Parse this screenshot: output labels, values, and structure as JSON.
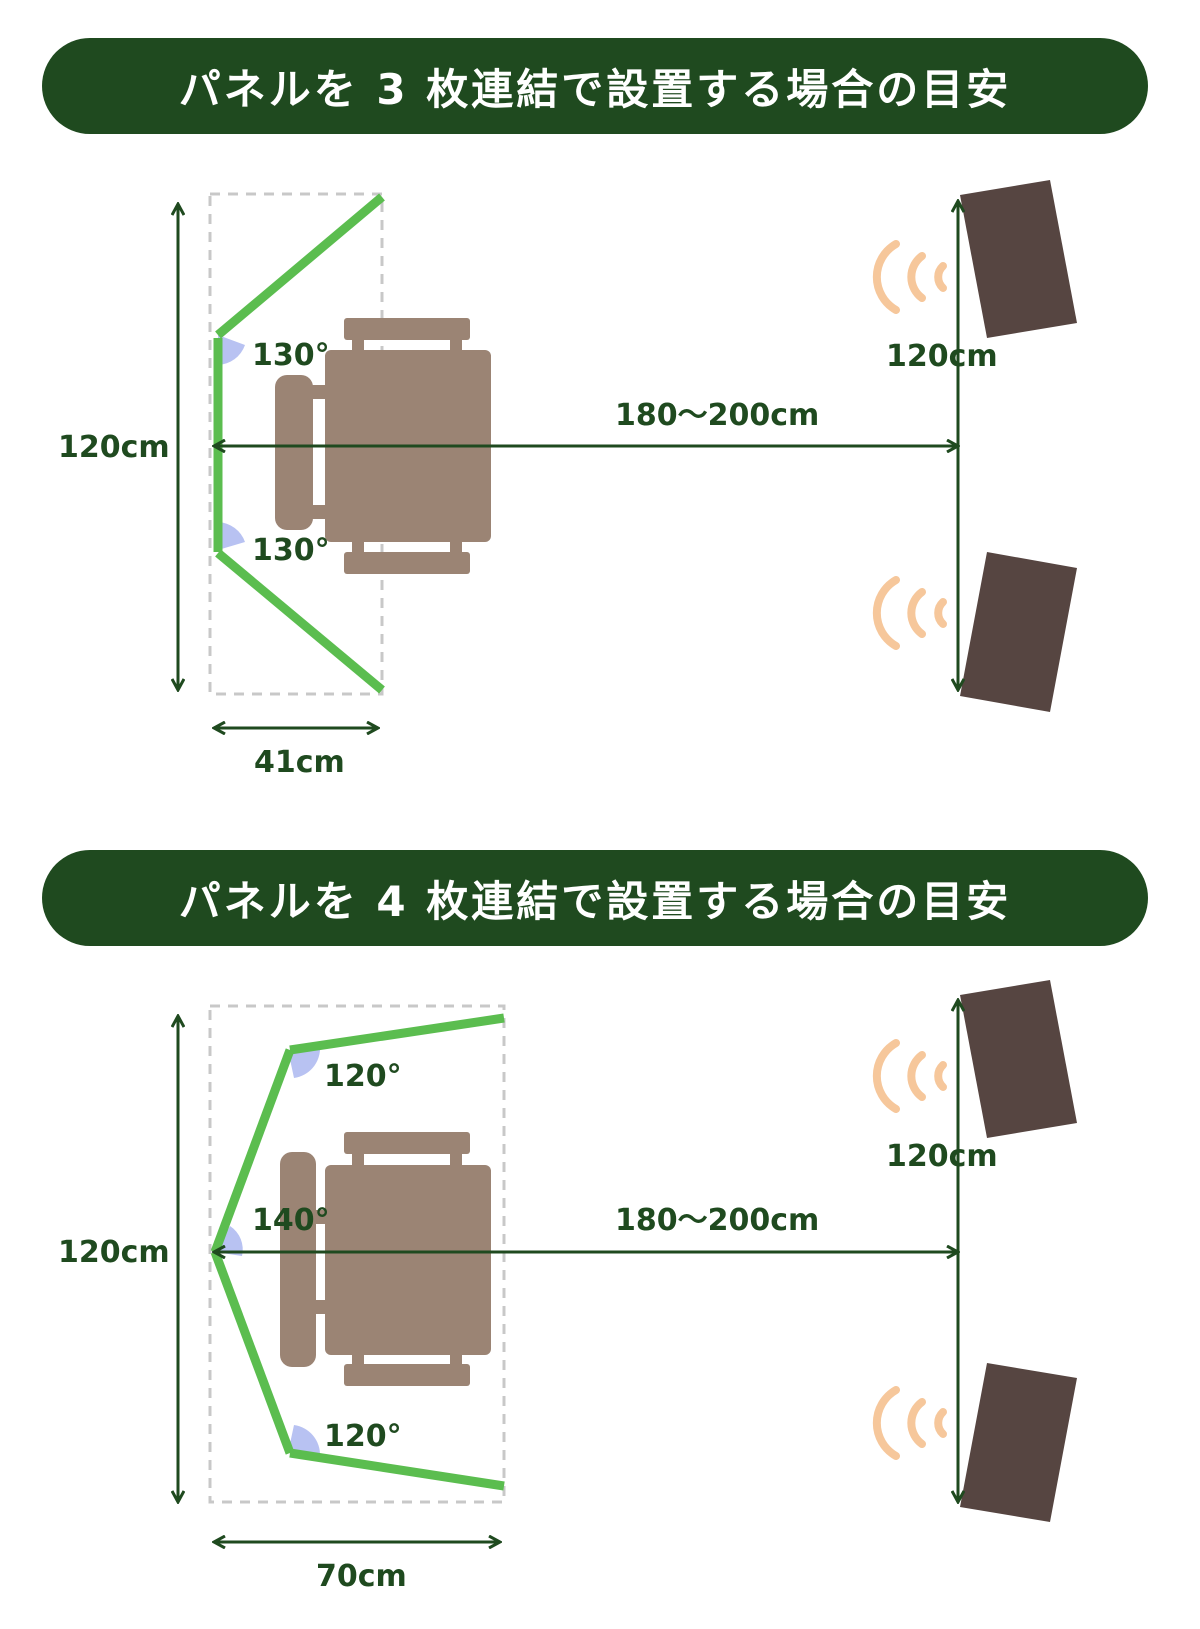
{
  "colors": {
    "banner": "#1f4a1f",
    "panel": "#5bbd4f",
    "angle": "#b8c2f2",
    "chair": "#9b8474",
    "speaker": "#564541",
    "sound": "#f6c79b",
    "arrow": "#1f4a1f",
    "guide": "#c8c8c8"
  },
  "sections": [
    {
      "title": "パネルを 3 枚連結で設置する場合の目安",
      "height_label": "120cm",
      "width_label": "41cm",
      "distance_label": "180〜200cm",
      "speaker_gap_label": "120cm",
      "angles": [
        "130°",
        "130°"
      ]
    },
    {
      "title": "パネルを 4 枚連結で設置する場合の目安",
      "height_label": "120cm",
      "width_label": "70cm",
      "distance_label": "180〜200cm",
      "speaker_gap_label": "120cm",
      "angles": [
        "120°",
        "140°",
        "120°"
      ]
    }
  ],
  "icons": [
    "chair-icon",
    "speaker-icon",
    "sound-wave-icon"
  ]
}
